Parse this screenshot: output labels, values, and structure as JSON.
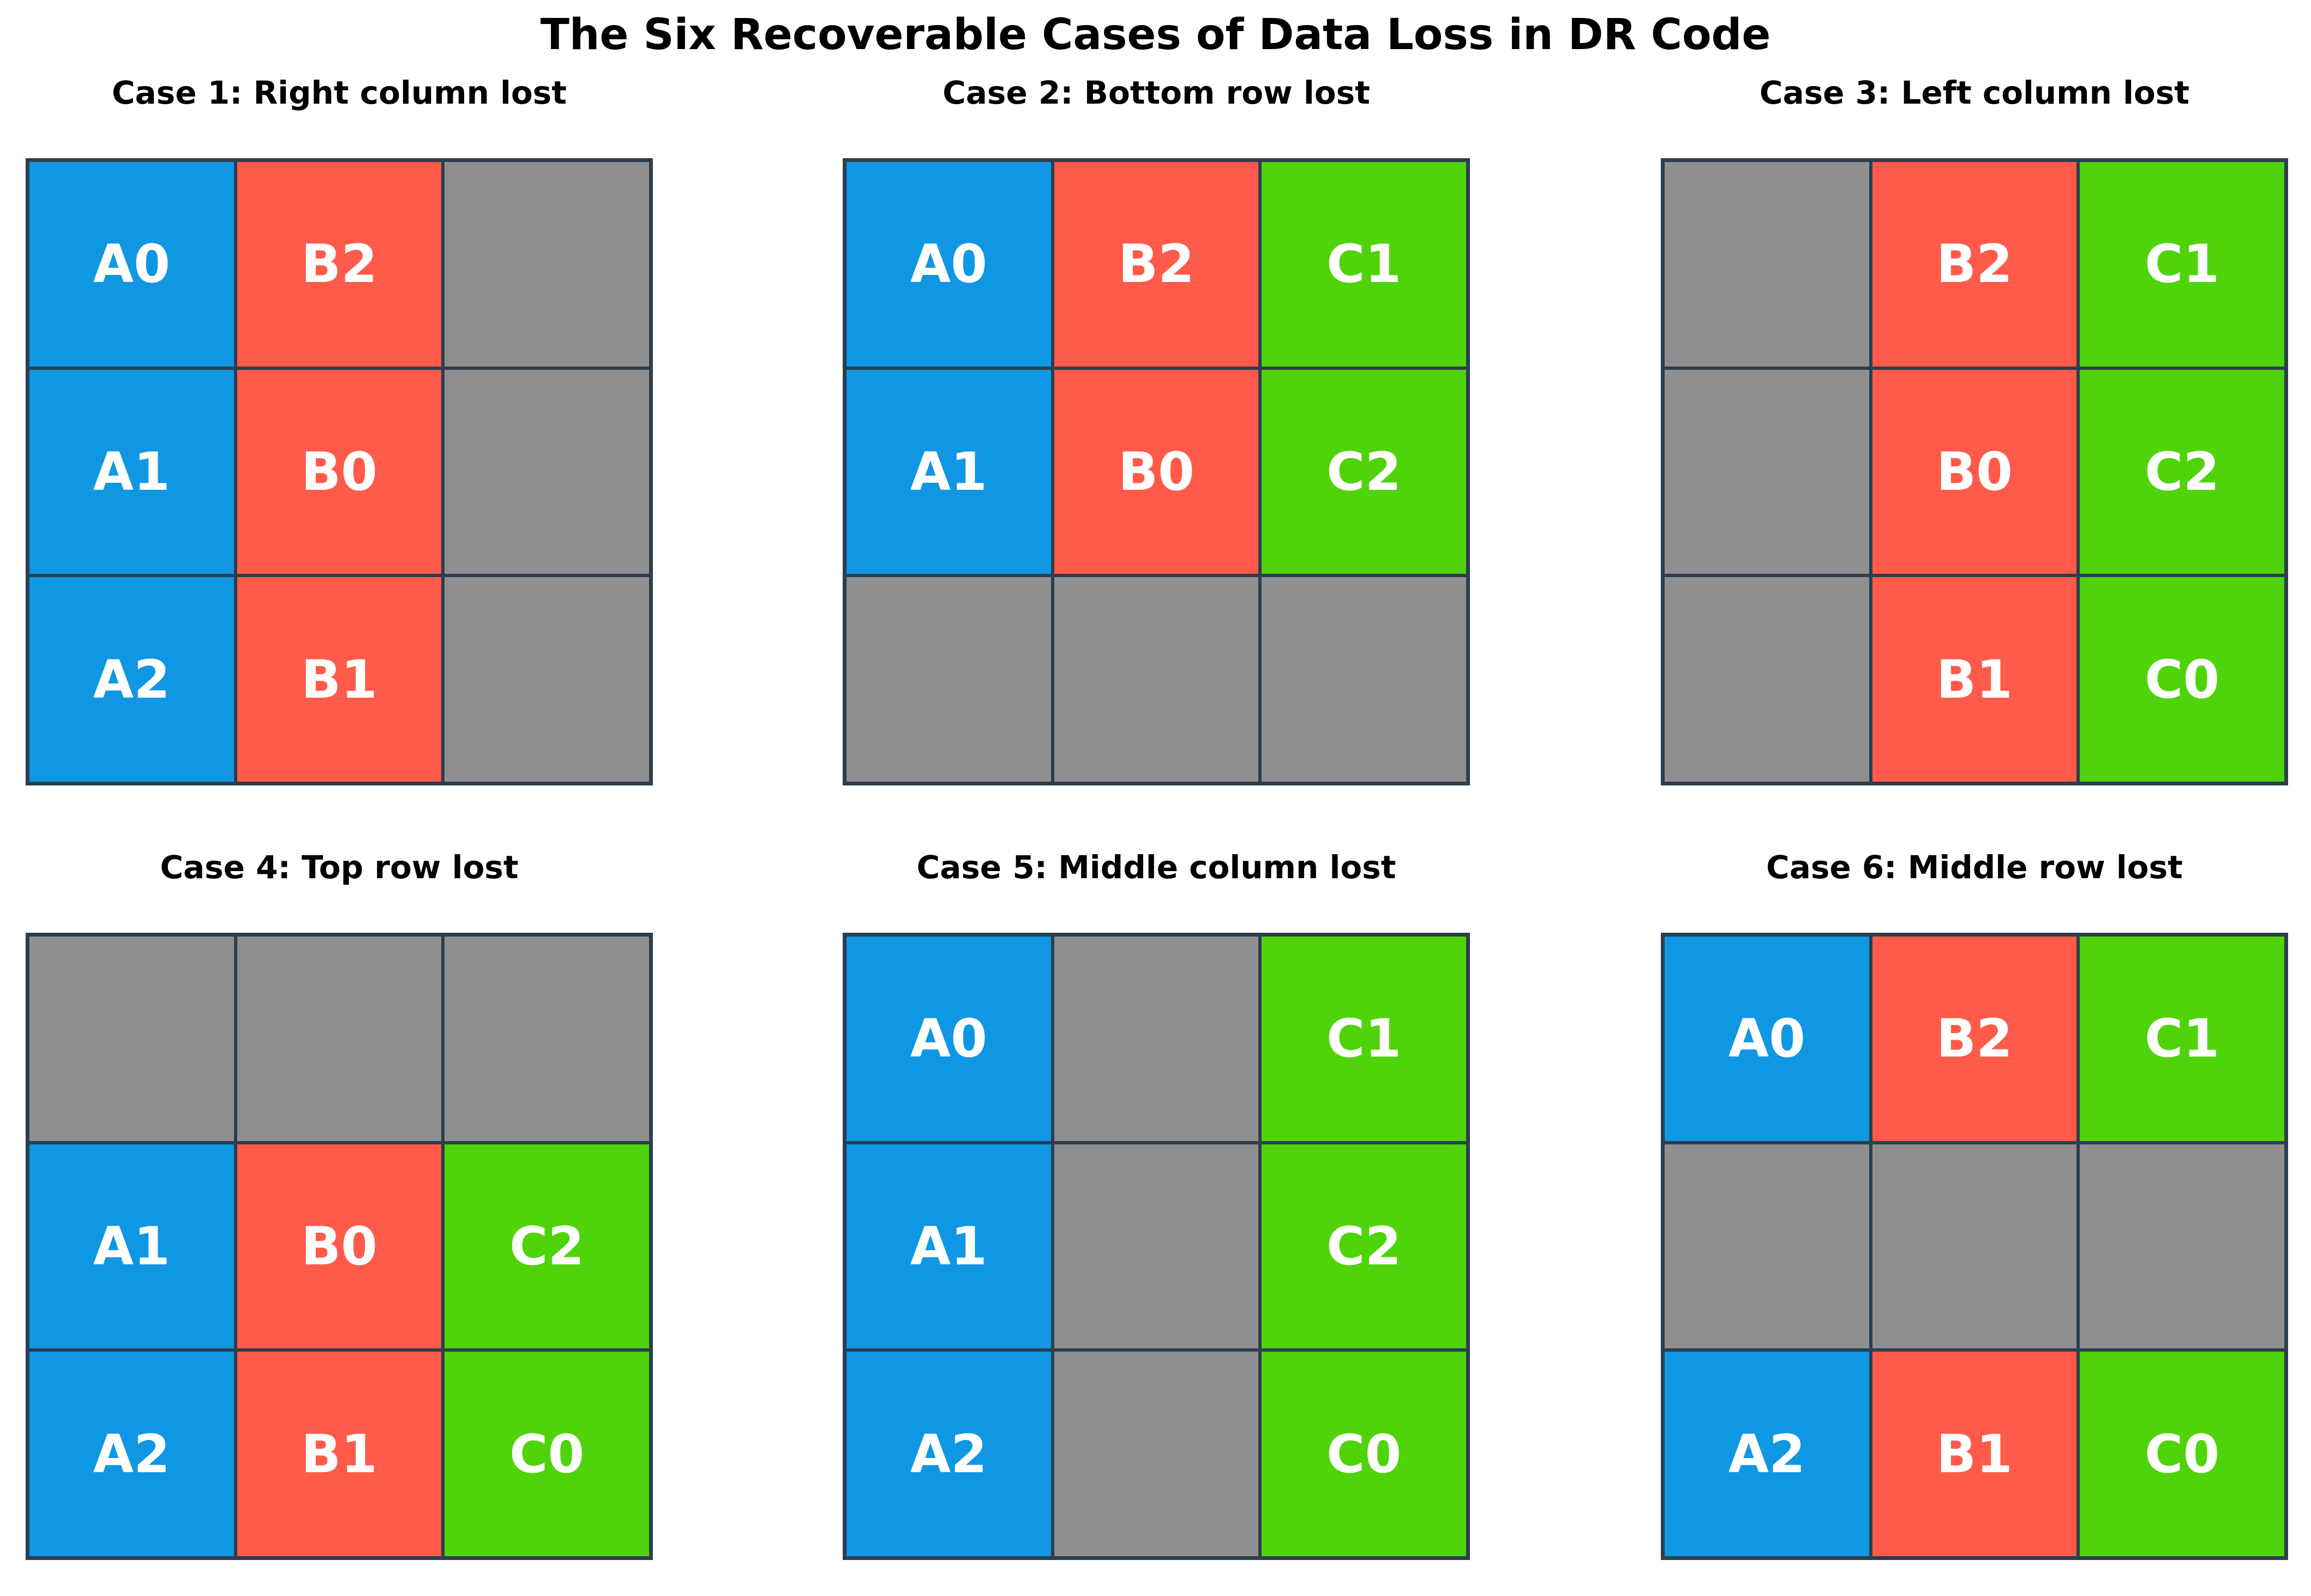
{
  "title": "The Six Recoverable Cases of Data Loss in DR Code",
  "colors": {
    "A": "#0f97e3",
    "B": "#ff5a4a",
    "C": "#4fd30a",
    "lost": "#8f8f8f",
    "border": "#2c3e50"
  },
  "panels": [
    {
      "title": "Case 1: Right column lost",
      "cells": [
        [
          "A0",
          "B2",
          ""
        ],
        [
          "A1",
          "B0",
          ""
        ],
        [
          "A2",
          "B1",
          ""
        ]
      ],
      "lost": [
        [
          false,
          false,
          true
        ],
        [
          false,
          false,
          true
        ],
        [
          false,
          false,
          true
        ]
      ]
    },
    {
      "title": "Case 2: Bottom row lost",
      "cells": [
        [
          "A0",
          "B2",
          "C1"
        ],
        [
          "A1",
          "B0",
          "C2"
        ],
        [
          "",
          "",
          ""
        ]
      ],
      "lost": [
        [
          false,
          false,
          false
        ],
        [
          false,
          false,
          false
        ],
        [
          true,
          true,
          true
        ]
      ]
    },
    {
      "title": "Case 3: Left column lost",
      "cells": [
        [
          "",
          "B2",
          "C1"
        ],
        [
          "",
          "B0",
          "C2"
        ],
        [
          "",
          "B1",
          "C0"
        ]
      ],
      "lost": [
        [
          true,
          false,
          false
        ],
        [
          true,
          false,
          false
        ],
        [
          true,
          false,
          false
        ]
      ]
    },
    {
      "title": "Case 4: Top row lost",
      "cells": [
        [
          "",
          "",
          ""
        ],
        [
          "A1",
          "B0",
          "C2"
        ],
        [
          "A2",
          "B1",
          "C0"
        ]
      ],
      "lost": [
        [
          true,
          true,
          true
        ],
        [
          false,
          false,
          false
        ],
        [
          false,
          false,
          false
        ]
      ]
    },
    {
      "title": "Case 5: Middle column lost",
      "cells": [
        [
          "A0",
          "",
          "C1"
        ],
        [
          "A1",
          "",
          "C2"
        ],
        [
          "A2",
          "",
          "C0"
        ]
      ],
      "lost": [
        [
          false,
          true,
          false
        ],
        [
          false,
          true,
          false
        ],
        [
          false,
          true,
          false
        ]
      ]
    },
    {
      "title": "Case 6: Middle row lost",
      "cells": [
        [
          "A0",
          "B2",
          "C1"
        ],
        [
          "",
          "",
          ""
        ],
        [
          "A2",
          "B1",
          "C0"
        ]
      ],
      "lost": [
        [
          false,
          false,
          false
        ],
        [
          true,
          true,
          true
        ],
        [
          false,
          false,
          false
        ]
      ]
    }
  ]
}
